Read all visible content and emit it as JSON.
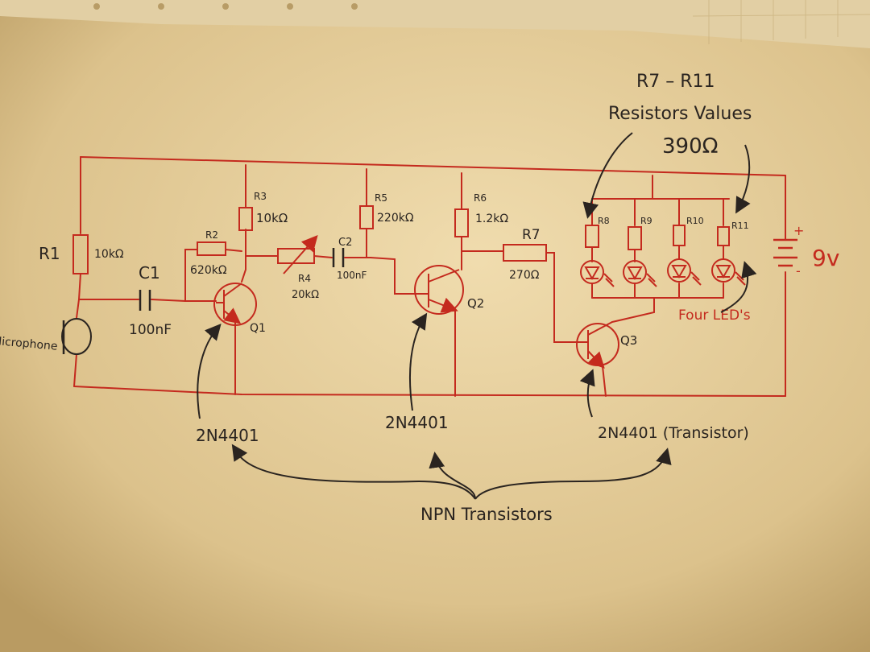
{
  "colors": {
    "paper": "#e6cf9b",
    "ink_red": "#c42a1e",
    "ink_black": "#2a2420",
    "grid": "#c9b07c"
  },
  "labels": {
    "r1": "R1",
    "r1_value": "10kΩ",
    "c1": "C1",
    "c1_value": "100nF",
    "microphone": "Microphone",
    "r2": "R2",
    "r2_value": "620kΩ",
    "r3": "R3",
    "r3_value": "10kΩ",
    "r4": "R4",
    "r4_value": "20kΩ",
    "c2": "C2",
    "c2_value": "100nF",
    "r5": "R5",
    "r5_value": "220kΩ",
    "r6": "R6",
    "r6_value": "1.2kΩ",
    "r7": "R7",
    "r7_value": "270Ω",
    "q1": "Q1",
    "q2": "Q2",
    "q3": "Q3",
    "r8": "R8",
    "r9": "R9",
    "r10": "R10",
    "r11": "R11",
    "battery_value": "9v",
    "battery_plus": "+",
    "battery_minus": "-",
    "four_leds": "Four LED's"
  },
  "annotations": {
    "resistor_range": "R7 – R11",
    "resistor_values": "Resistors Values",
    "resistor_value": "390Ω",
    "q1_part": "2N4401",
    "q2_part": "2N4401",
    "q3_part": "2N4401 (Transistor)",
    "npn_label": "NPN Transistors"
  }
}
